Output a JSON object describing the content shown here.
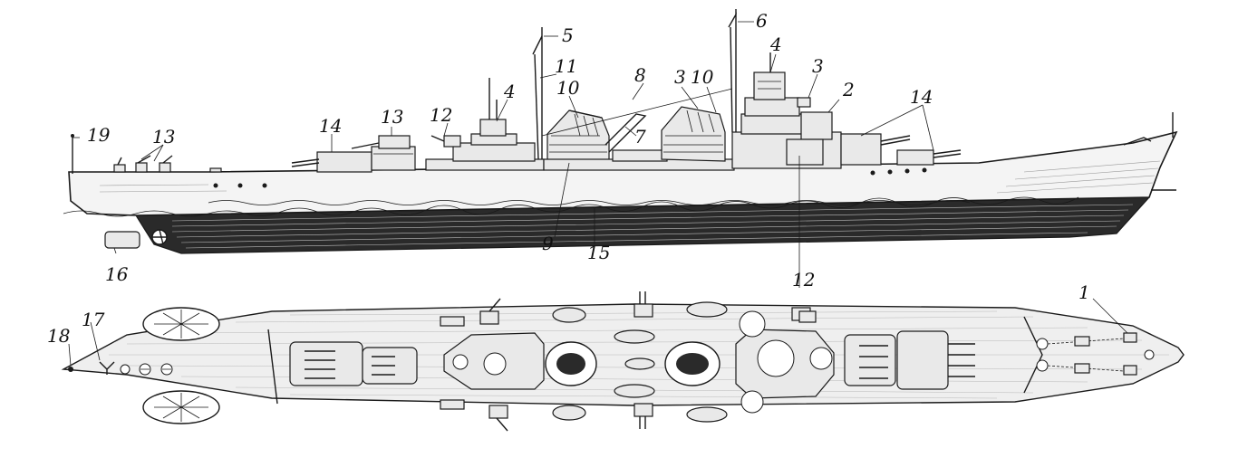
{
  "callouts": {
    "n1": "1",
    "n2": "2",
    "n3a": "3",
    "n3b": "3",
    "n4a": "4",
    "n4b": "4",
    "n5": "5",
    "n6": "6",
    "n7": "7",
    "n8": "8",
    "n9": "9",
    "n10a": "10",
    "n10b": "10",
    "n11": "11",
    "n12a": "12",
    "n12b": "12",
    "n13a": "13",
    "n13b": "13",
    "n14a": "14",
    "n14b": "14",
    "n15": "15",
    "n16": "16",
    "n17": "17",
    "n18": "18",
    "n19": "19"
  }
}
